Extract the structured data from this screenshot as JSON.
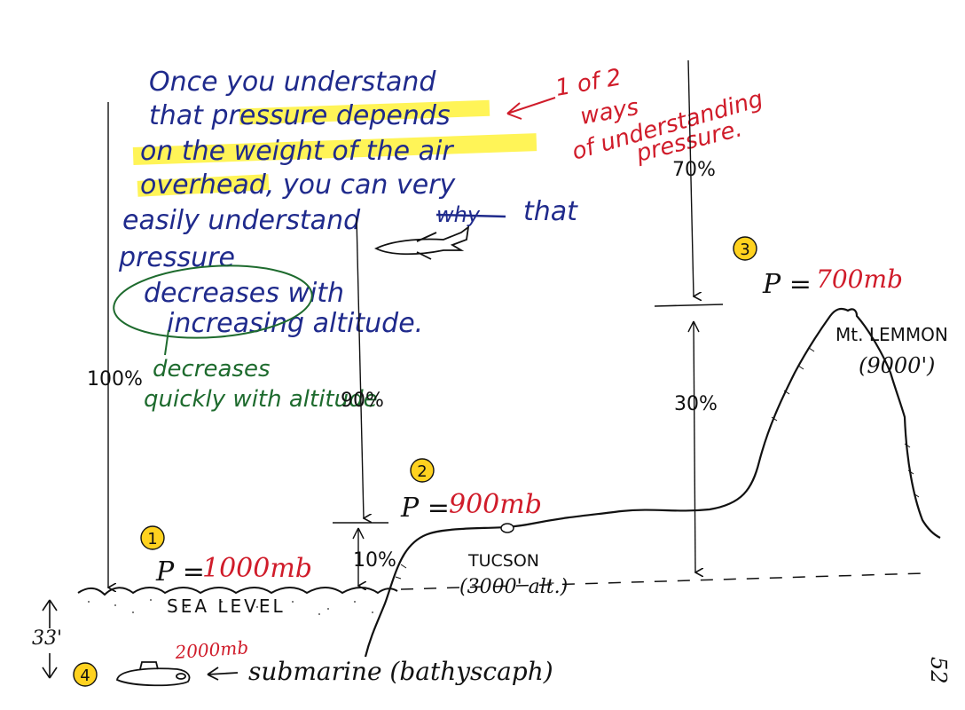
{
  "colors": {
    "blue": "#1f2a8c",
    "red": "#d01c2a",
    "green": "#1e6b2e",
    "ink": "#111111",
    "highlight": "#fff23a",
    "badge": "#ffd21f"
  },
  "intro_text": {
    "line1": "Once you understand",
    "line2": "that pressure depends",
    "line3": "on the weight of the air",
    "line4_a": "overhead, you can very",
    "line5_a": "easily understand",
    "line5_struck": "why",
    "line5_b": "that",
    "line6": "pressure",
    "line7": "decreases with",
    "line8": "increasing altitude."
  },
  "side_note": {
    "line1": "1 of 2",
    "line2": "ways",
    "line3": "of understanding",
    "line4": "pressure."
  },
  "green_note": {
    "line1": "decreases",
    "line2": "quickly with altitude"
  },
  "percent_labels": {
    "p100": "100%",
    "p90": "90%",
    "p10": "10%",
    "p70": "70%",
    "p30": "30%"
  },
  "points": {
    "p1": {
      "badge": "1",
      "prefix": "P =",
      "value": "1000mb"
    },
    "p2": {
      "badge": "2",
      "prefix": "P =",
      "value": "900mb"
    },
    "p3": {
      "badge": "3",
      "prefix": "P =",
      "value": "700mb"
    },
    "p4": {
      "badge": "4",
      "value": "2000mb",
      "label": "submarine (bathyscaph)"
    }
  },
  "places": {
    "sea_level": "SEA LEVEL",
    "tucson": "TUCSON",
    "tucson_alt": "(3000' alt.)",
    "lemmon": "Mt. LEMMON",
    "lemmon_alt": "(9000')",
    "depth": "33'"
  },
  "page_number": "52"
}
